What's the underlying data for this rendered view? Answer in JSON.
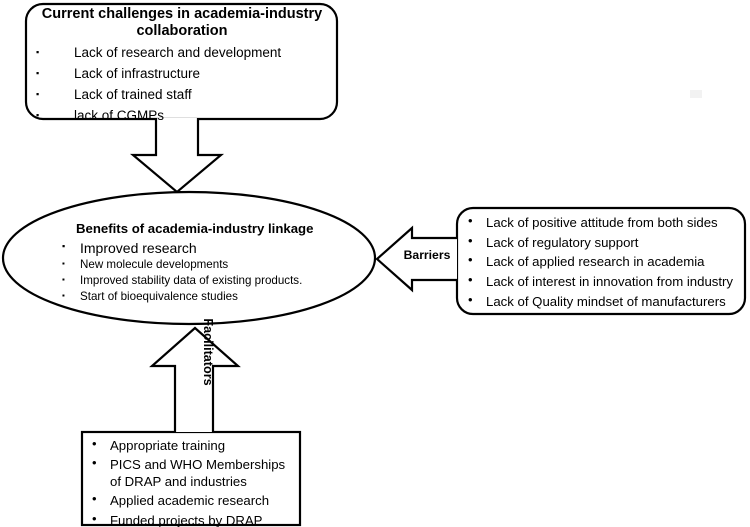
{
  "diagram": {
    "title_block": {
      "heading": "Current challenges in academia-industry collaboration",
      "bullet_marker": "square-bullet",
      "items": [
        "Lack of research and development",
        "Lack of infrastructure",
        "Lack of trained staff",
        "lack of CGMPs"
      ]
    },
    "center_node": {
      "heading": "Benefits of academia-industry linkage",
      "bullet_marker": "square-bullet",
      "items": [
        "Improved research",
        "New molecule developments",
        "Improved stability data of existing products.",
        "Start of bioequivalence studies"
      ]
    },
    "barriers_block": {
      "bullet_marker": "round-bullet",
      "items": [
        "Lack of positive attitude from both sides",
        "Lack of regulatory support",
        "Lack of applied research in academia",
        "Lack of interest in innovation from industry",
        "Lack of Quality mindset of manufacturers"
      ]
    },
    "facilitators_block": {
      "bullet_marker": "round-bullet",
      "items": [
        "Appropriate training",
        "PICS and WHO  Memberships of DRAP and industries",
        "Applied academic research",
        "Funded projects by DRAP"
      ]
    },
    "connectors": {
      "down_arrow_label": "",
      "left_arrow_label": "Barriers",
      "up_arrow_label": "Facilitators"
    },
    "style": {
      "stroke": "#000000",
      "fill": "#ffffff",
      "background": "#ffffff",
      "stroke_width": 2
    }
  }
}
